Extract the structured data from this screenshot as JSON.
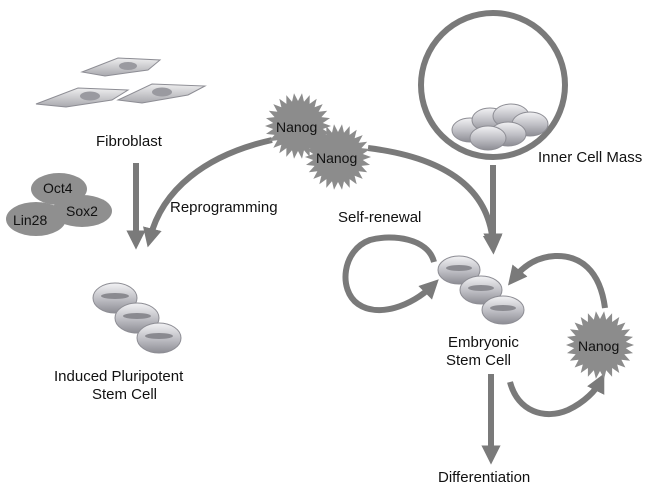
{
  "labels": {
    "fibroblast": "Fibroblast",
    "reprogramming": "Reprogramming",
    "ipsc_line1": "Induced Pluripotent",
    "ipsc_line2": "Stem Cell",
    "self_renewal": "Self-renewal",
    "inner_cell_mass": "Inner Cell Mass",
    "esc_line1": "Embryonic",
    "esc_line2": "Stem Cell",
    "differentiation": "Differentiation"
  },
  "factors": {
    "oct4": "Oct4",
    "sox2": "Sox2",
    "lin28": "Lin28"
  },
  "nanog": {
    "top_left": "Nanog",
    "top_right": "Nanog",
    "right": "Nanog"
  },
  "colors": {
    "arrow": "#7a7a7a",
    "starburst": "#8c8c8c",
    "factor_ellipse": "#8f8f8f",
    "cell_fill": "#c9c9cf",
    "nucleus": "#8a8a90"
  }
}
